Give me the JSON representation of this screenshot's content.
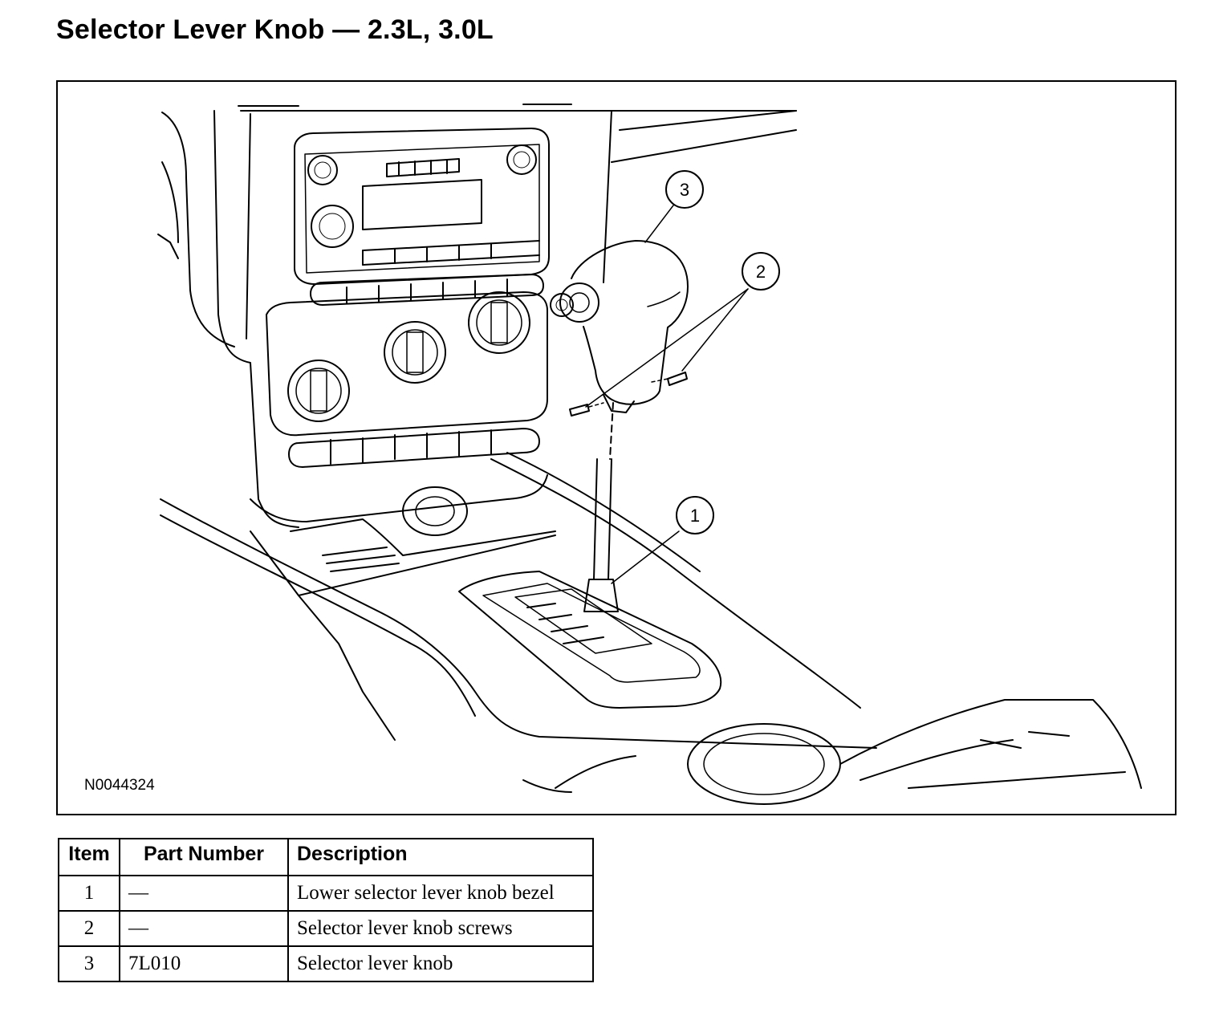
{
  "title": "Selector Lever Knob — 2.3L, 3.0L",
  "figure": {
    "id": "N0044324",
    "callouts": [
      {
        "number": "1",
        "part": "Lower selector lever knob bezel"
      },
      {
        "number": "2",
        "part": "Selector lever knob screws"
      },
      {
        "number": "3",
        "part": "Selector lever knob"
      }
    ]
  },
  "table": {
    "headers": {
      "item": "Item",
      "part_number": "Part Number",
      "description": "Description"
    },
    "rows": [
      {
        "item": "1",
        "part_number": "—",
        "description": "Lower selector lever knob bezel"
      },
      {
        "item": "2",
        "part_number": "—",
        "description": "Selector lever knob screws"
      },
      {
        "item": "3",
        "part_number": "7L010",
        "description": "Selector lever knob"
      }
    ]
  }
}
